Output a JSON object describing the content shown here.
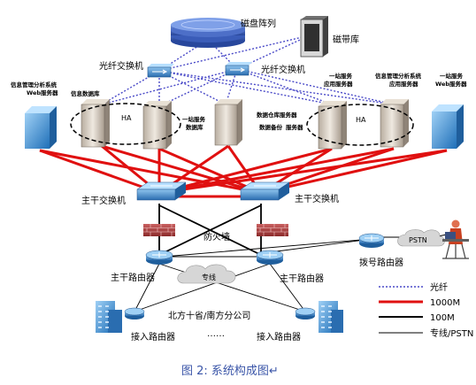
{
  "labels": {
    "disk_array": "磁盘阵列",
    "tape_library": "磁带库",
    "fiber_switch_left": "光纤交换机",
    "fiber_switch_right": "光纤交换机",
    "web_server_left": [
      "信息管理分析系统",
      "Web服务器"
    ],
    "info_db": "信息数据库",
    "ha_left": "HA",
    "onestop_db": [
      "一站服务",
      "数据库"
    ],
    "warehouse_db": "数据仓库服务器",
    "backup_server": [
      "数据备份",
      "服务器"
    ],
    "onestop_app": [
      "一站服务",
      "应用服务器"
    ],
    "info_app": [
      "信息管理分析系统",
      "应用服务器"
    ],
    "onestop_web": [
      "一站服务",
      "Web服务器"
    ],
    "ha_right": "HA",
    "core_switch_left": "主干交换机",
    "core_switch_right": "主干交换机",
    "firewall": "防火墙",
    "pstn": "PSTN",
    "core_router_left": "主干路由器",
    "core_router_right": "主干路由器",
    "dial_router": "拨号路由器",
    "leased_cloud": "专线",
    "branches": "北方十省/南方分公司",
    "ellipsis": "……",
    "access_router_left": "接入路由器",
    "access_router_right": "接入路由器",
    "caption": "图 2:   系统构成图↵"
  },
  "legend": [
    {
      "label": "光纤",
      "style": "dotted",
      "color": "#4a4ac8"
    },
    {
      "label": "1000M",
      "style": "thick",
      "color": "#e01010"
    },
    {
      "label": "100M",
      "style": "medium",
      "color": "#000000"
    },
    {
      "label": "专线/PSTN",
      "style": "thin",
      "color": "#000000"
    }
  ],
  "colors": {
    "fiber": "#4a4ac8",
    "gigabit": "#e01010",
    "device_blue": "#3a86c8",
    "caption": "#3a55a8"
  }
}
